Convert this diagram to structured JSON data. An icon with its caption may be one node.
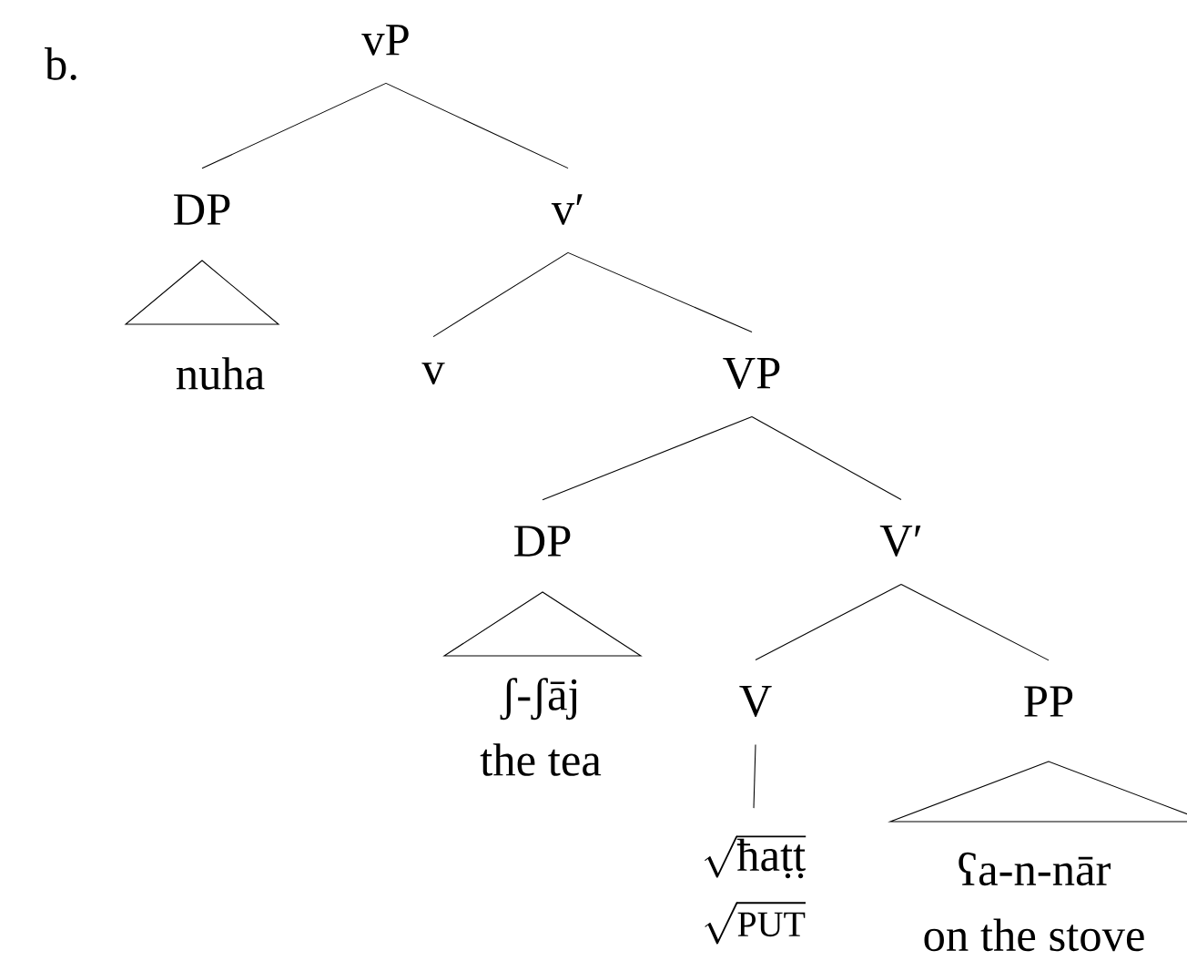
{
  "diagram": {
    "nodes": [
      {
        "text": [
          "vP"
        ]
      },
      {
        "text": [
          "DP"
        ]
      },
      {
        "text": [
          "v′"
        ]
      },
      {
        "text": [
          "nuha"
        ]
      },
      {
        "text": [
          "v"
        ]
      },
      {
        "text": [
          "VP"
        ]
      },
      {
        "text": [
          "DP"
        ]
      },
      {
        "text": [
          "V′"
        ]
      },
      {
        "text": [
          "ʃ-ʃāj",
          "the tea"
        ]
      },
      {
        "text": [
          "V"
        ]
      },
      {
        "text": [
          "PP"
        ]
      },
      {
        "text": [
          "\\sqrt{\\mbox{ħaṭṭ}}",
          "\\sqrt{\\mbox{\\fontsize{15}{18}\\selectfont PUT}}"
        ]
      },
      {
        "text": [
          "ʕa-n-nār",
          "on the stove"
        ]
      }
    ],
    "edges": [
      {
        "from": 0,
        "to": 1,
        "arrow": "none"
      },
      {
        "from": 0,
        "to": 2,
        "arrow": "none"
      },
      {
        "from": 1,
        "to": 3,
        "arrow": "none"
      },
      {
        "from": 2,
        "to": 4,
        "arrow": "none"
      },
      {
        "from": 2,
        "to": 5,
        "arrow": "none"
      },
      {
        "from": 5,
        "to": 6,
        "arrow": "none"
      },
      {
        "from": 5,
        "to": 7,
        "arrow": "none"
      },
      {
        "from": 6,
        "to": 8,
        "arrow": "none"
      },
      {
        "from": 7,
        "to": 9,
        "arrow": "none"
      },
      {
        "from": 7,
        "to": 10,
        "arrow": "none"
      },
      {
        "from": 9,
        "to": 11,
        "arrow": "none"
      },
      {
        "from": 10,
        "to": 12,
        "arrow": "none"
      }
    ],
    "labels": [
      "b."
    ]
  }
}
